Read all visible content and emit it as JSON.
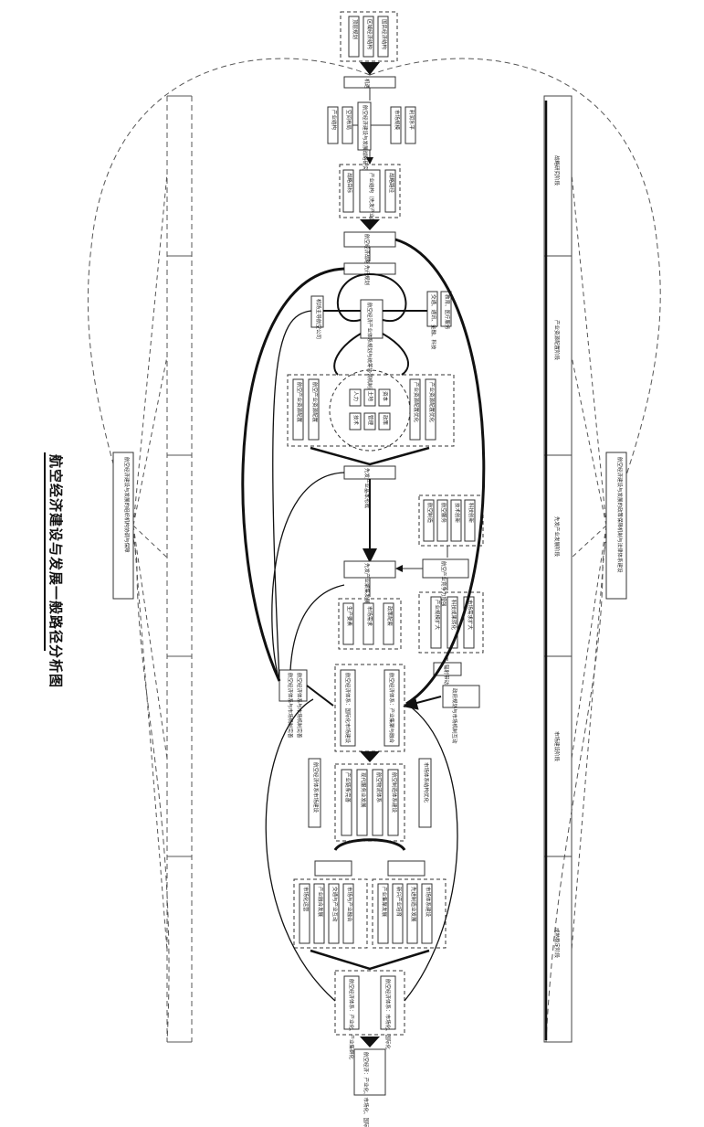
{
  "title": "航空经济建设与发展一般路径分析图",
  "top_group": [
    "顶层规划",
    "区域经济结构",
    "国民经济结构"
  ],
  "top_bar": "机遇",
  "upper_pairs": {
    "left": [
      "产业结构",
      "空间布局"
    ],
    "middle": "航空经济建设与发展战略研究",
    "right": [
      "市场规模",
      "利润水平"
    ]
  },
  "strategy_group": [
    "战略目标",
    "产业结构（先发产业）",
    "战略路径"
  ],
  "bar_1": "航空经济战略规划",
  "bar_2": "先行规划",
  "support_left": "机场主导航空公司",
  "support_right": [
    "交通、通讯、金融、科技",
    "教育、医疗服务"
  ],
  "hub_node": "航空经济产业体系规划与统筹协调机制建设",
  "left_resource": "航空产业资源配置",
  "right_resource": "产业资源配置优化",
  "circle_factors": [
    "人力",
    "土地",
    "资本",
    "技术",
    "管理",
    "政策"
  ],
  "bar_3": "先发产业基本形成",
  "right_group_1": [
    "航空制造",
    "航空服务",
    "技术创新",
    "科技创新"
  ],
  "mid_left": "先发产业聚集发展",
  "mid_right": "航空产业竞争力增强",
  "left_group_2": [
    "生产要素",
    "市场需求",
    "政策配套"
  ],
  "right_group_2": [
    "产业规模扩大",
    "科技成果转化",
    "市场需求扩大"
  ],
  "small_bar": "辐射带动",
  "side_left": "航空经济体系与市场机制完善",
  "side_right": "政府规划与市场机制互动",
  "big_middle": [
    "航空经济体系：国际化市场建设",
    "航空经济体系：产业集聚与融合"
  ],
  "lower_left_side": "航空经济体系市场建设",
  "lower_right_side": "市场体系结构优化",
  "center_group": [
    "产业链条完善",
    "现代服务业发展",
    "航空物流体系",
    "航空制造体系建设"
  ],
  "bottom_left": [
    "市场化运营",
    "产业融合发展",
    "交通与产业互动",
    "市场与产业融合"
  ],
  "bottom_right": [
    "产业集聚发展",
    "新兴产业培育",
    "先进制造业发展",
    "市场体系建设"
  ],
  "bottom_group": [
    "航空经济体系：产业化、产业集群化",
    "航空经济体系：市场化、国际化"
  ],
  "bottom_bar": "航空经济：产业化、市场化、国际化",
  "left_long_box": "航空经济建设与发展的组织机构协调与保障",
  "right_long_box": "航空经济建设与发展的政策保障机制与法律体系建设",
  "stage_labels": [
    "战略研究阶段",
    "产业资源配置阶段",
    "先发产业发展阶段",
    "市场建设阶段",
    "成熟稳定阶段"
  ]
}
